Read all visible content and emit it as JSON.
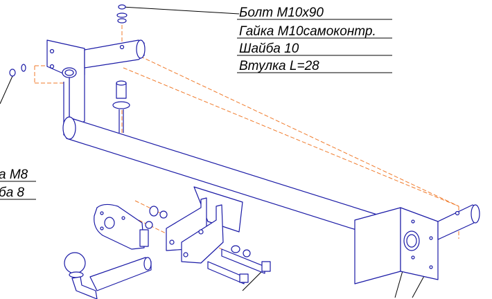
{
  "callout_labels": [
    {
      "id": "bolt",
      "text": "Болт М10х90"
    },
    {
      "id": "nut",
      "text": "Гайка М10самоконтр."
    },
    {
      "id": "washer",
      "text": "Шайба 10"
    },
    {
      "id": "bushing",
      "text": "Втулка L=28"
    }
  ],
  "left_callout_labels": [
    {
      "id": "nut-m8-partial",
      "text": "а М8"
    },
    {
      "id": "washer-8-partial",
      "text": "ба 8"
    }
  ],
  "colors": {
    "outline": "#1a1aa6",
    "dash": "#f07a2a",
    "text": "#000000",
    "background": "#ffffff"
  }
}
